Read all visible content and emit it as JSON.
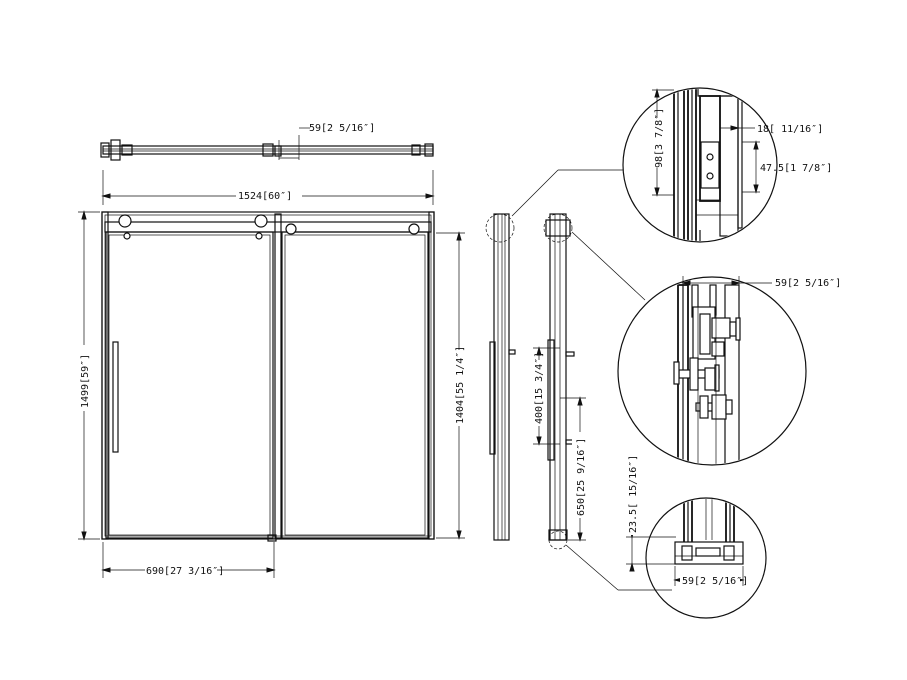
{
  "dimensions": {
    "top_offset": "59[2 5/16″]",
    "overall_width": "1524[60″]",
    "overall_height": "1499[59″]",
    "panel_width": "690[27 3/16″]",
    "glass_height": "1404[55 1/4″]",
    "handle_spacing": "400[15 3/4″]",
    "handle_height": "650[25 9/16″]",
    "detail_top_height": "98[3 7/8″]",
    "detail_top_gap": "18[ 11/16″]",
    "detail_top_depth": "47.5[1 7/8″]",
    "detail_roller_width": "59[2 5/16″]",
    "detail_bottom_height": "23.5[ 15/16″]",
    "detail_bottom_width": "59[2 5/16″]"
  }
}
